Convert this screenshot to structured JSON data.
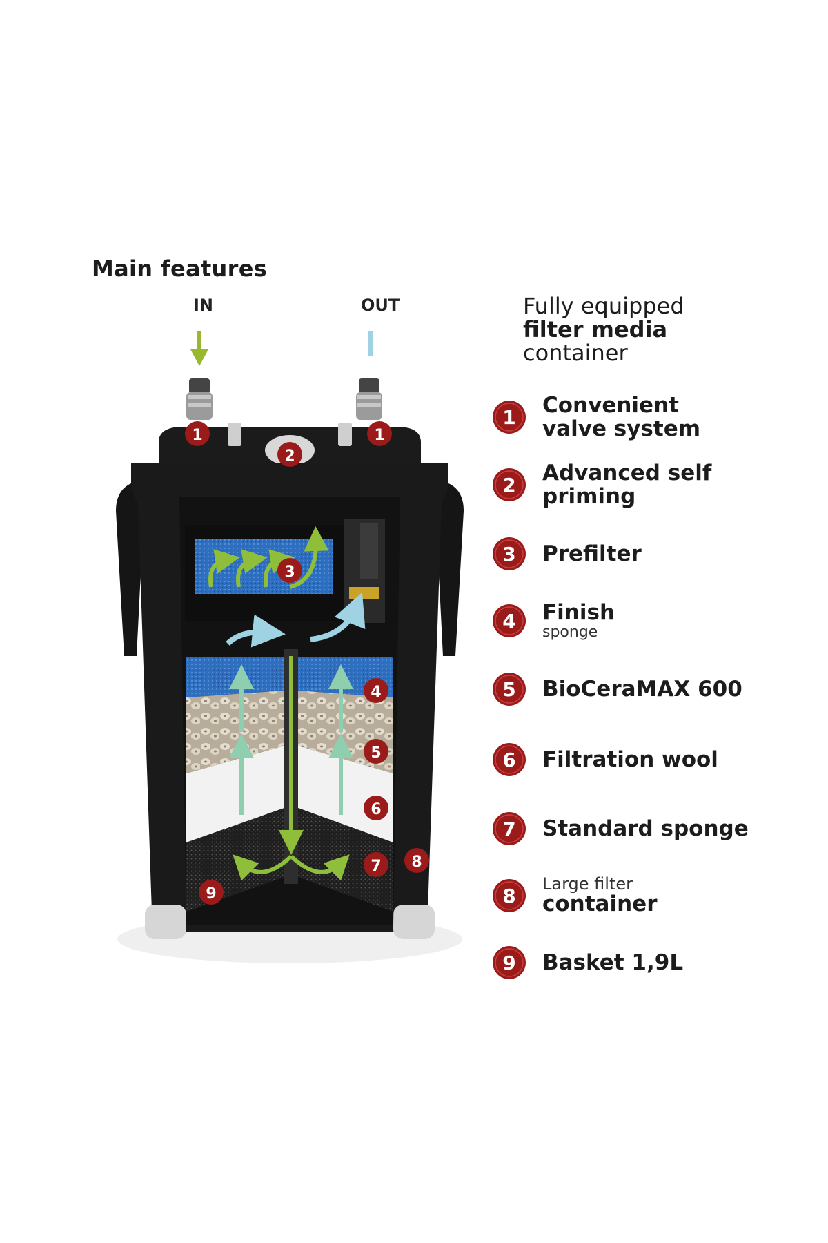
{
  "title": "Main features",
  "flow": {
    "in_label": "IN",
    "out_label": "OUT"
  },
  "container_heading": {
    "line1": "Fully equipped",
    "line2": "filter media",
    "line3": "container"
  },
  "features": [
    {
      "num": "1",
      "line1": "Convenient",
      "line2": "valve system"
    },
    {
      "num": "2",
      "line1": "Advanced self",
      "line2": "priming"
    },
    {
      "num": "3",
      "line1": "Prefilter"
    },
    {
      "num": "4",
      "line1": "Finish",
      "small": "sponge"
    },
    {
      "num": "5",
      "line1": "BioCeraMAX 600"
    },
    {
      "num": "6",
      "line1": "Filtration wool"
    },
    {
      "num": "7",
      "line1": "Standard sponge"
    },
    {
      "num": "8",
      "small": "Large filter",
      "line1": "container"
    },
    {
      "num": "9",
      "line1": "Basket 1,9L"
    }
  ],
  "diagram_markers": [
    "1",
    "1",
    "2",
    "3",
    "4",
    "5",
    "6",
    "7",
    "8",
    "9"
  ],
  "colors": {
    "badge": "#9b1b1b",
    "in_arrow": "#9ab82e",
    "out_arrow": "#9fd3e3",
    "body": "#1a1a1a",
    "prefilter_sponge": "#2f72c4",
    "finish_sponge": "#1e4fa3",
    "ceramic": "#d8d0c0",
    "wool": "#f2f2f2",
    "standard_sponge": "#2a2a2a"
  }
}
